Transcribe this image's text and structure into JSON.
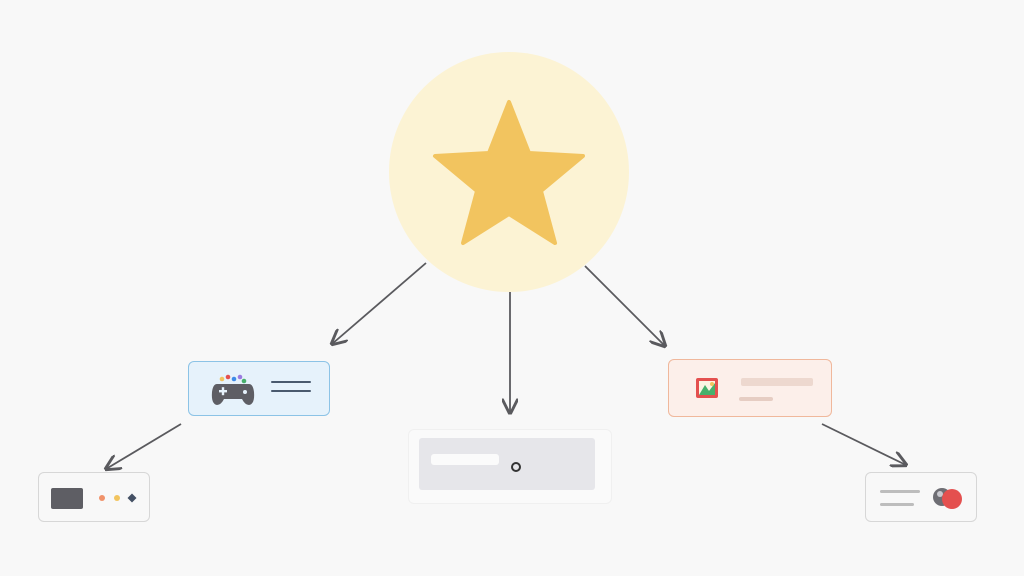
{
  "diagram": {
    "center_node": {
      "icon": "star-icon",
      "color": "#f2c45f",
      "halo": "#fcf3d4"
    },
    "nodes": [
      {
        "id": "game",
        "icon": "gamepad-icon",
        "accent": "#8cc3e6"
      },
      {
        "id": "panel",
        "icon": "panel-placeholder"
      },
      {
        "id": "media",
        "icon": "image-icon",
        "accent": "#f0b89c"
      },
      {
        "id": "widget",
        "icon": "widget-placeholder"
      },
      {
        "id": "profile",
        "icon": "avatar-icon",
        "accent": "#e4504f"
      }
    ],
    "edges": [
      {
        "from": "center",
        "to": "game"
      },
      {
        "from": "center",
        "to": "panel"
      },
      {
        "from": "center",
        "to": "media"
      },
      {
        "from": "game",
        "to": "widget"
      },
      {
        "from": "media",
        "to": "profile"
      }
    ],
    "arrow_color": "#5a5a5e"
  }
}
